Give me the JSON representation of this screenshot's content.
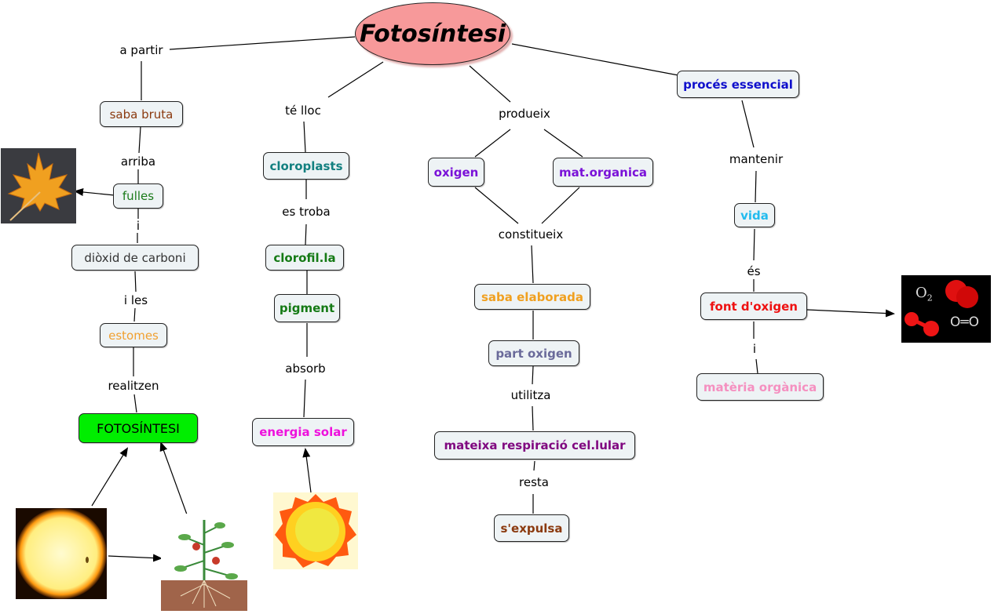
{
  "title": "Fotosíntesi",
  "nodes": {
    "saba_bruta": {
      "text": "saba bruta",
      "color": "#8b3a0f"
    },
    "fulles": {
      "text": "fulles",
      "color": "#1a7a1a"
    },
    "dioxid": {
      "text": "diòxid de carboni",
      "color": "#333333"
    },
    "estomes": {
      "text": "estomes",
      "color": "#f0a030"
    },
    "fotosintesi_box": {
      "text": "FOTOSÍNTESI",
      "color": "#000000",
      "bg": "#00ee00"
    },
    "cloroplasts": {
      "text": "cloroplasts",
      "color": "#138080"
    },
    "clorofila": {
      "text": "clorofil.la",
      "color": "#157a15"
    },
    "pigment": {
      "text": "pigment",
      "color": "#157a15"
    },
    "energia_solar": {
      "text": "energia solar",
      "color": "#ee11dd"
    },
    "oxigen": {
      "text": "oxigen",
      "color": "#7a12d8"
    },
    "mat_organica": {
      "text": "mat.organica",
      "color": "#7a12d8"
    },
    "saba_elaborada": {
      "text": "saba elaborada",
      "color": "#f0a020"
    },
    "part_oxigen": {
      "text": "part oxigen",
      "color": "#6a6a9a"
    },
    "respiracio": {
      "text": "mateixa respiració cel.lular",
      "color": "#800880"
    },
    "sexpulsa": {
      "text": "s'expulsa",
      "color": "#8b3a0f"
    },
    "proces": {
      "text": "procés essencial",
      "color": "#1010cc"
    },
    "vida": {
      "text": "vida",
      "color": "#22bbee"
    },
    "font_oxigen": {
      "text": "font d'oxigen",
      "color": "#ee1111"
    },
    "materia_organica": {
      "text": "matèria orgànica",
      "color": "#f590c0"
    }
  },
  "labels": {
    "a_partir": "a partir",
    "arriba": "arriba",
    "i1": "i",
    "i_les": "i les",
    "realitzen": "realitzen",
    "te_lloc": "té lloc",
    "es_troba": "es troba",
    "absorb": "absorb",
    "produeix": "produeix",
    "constitueix": "constitueix",
    "utilitza": "utilitza",
    "resta": "resta",
    "mantenir": "mantenir",
    "es": "és",
    "i2": "i"
  },
  "images": {
    "leaf": "maple-leaf",
    "sun_photo": "sun",
    "plant": "tomato-plant",
    "sun_drawing": "sun-drawing",
    "oxygen": {
      "formula": "O",
      "subscript": "2",
      "structure": "O═O"
    }
  }
}
